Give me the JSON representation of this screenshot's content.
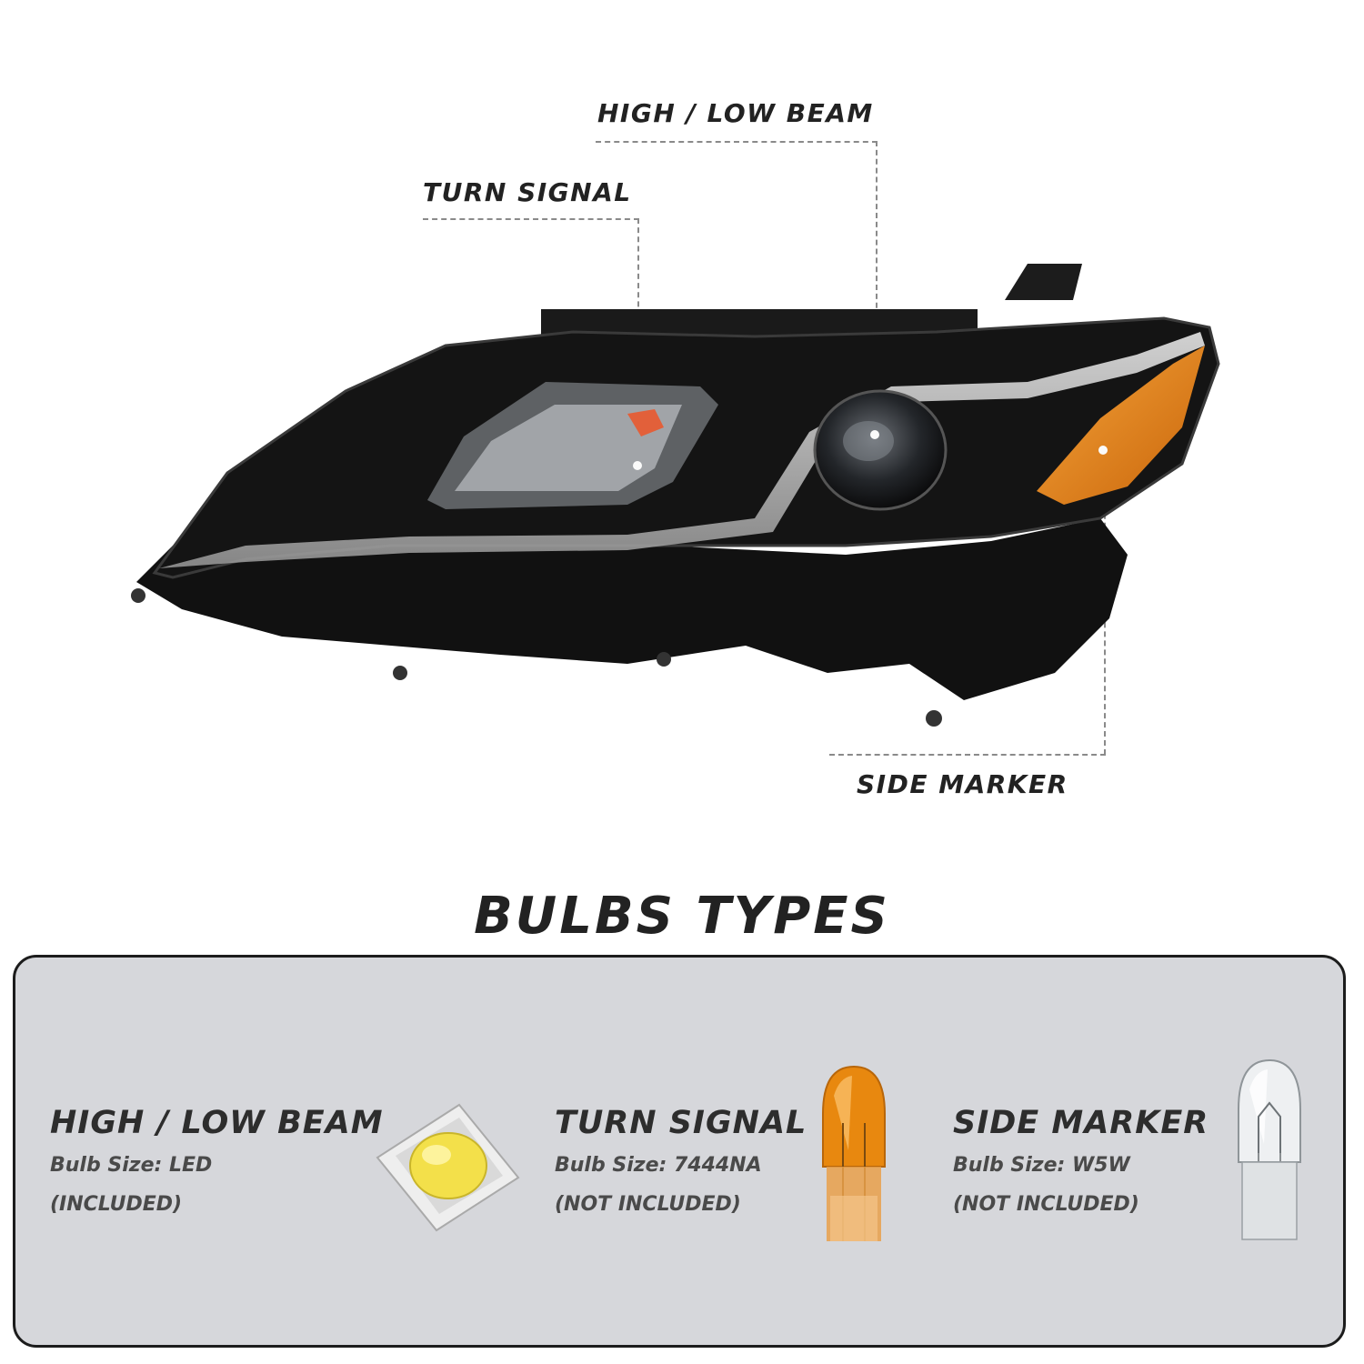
{
  "callouts": {
    "high_low_beam": "HIGH / LOW BEAM",
    "turn_signal": "TURN SIGNAL",
    "side_marker": "SIDE MARKER"
  },
  "section_title": "BULBS TYPES",
  "bulbs": [
    {
      "name": "HIGH / LOW BEAM",
      "size": "Bulb Size: LED",
      "note": "(INCLUDED)",
      "icon": "led-chip-icon"
    },
    {
      "name": "TURN SIGNAL",
      "size": "Bulb Size: 7444NA",
      "note": "(NOT INCLUDED)",
      "icon": "amber-wedge-bulb-icon"
    },
    {
      "name": "SIDE MARKER",
      "size": "Bulb Size: W5W",
      "note": "(NOT INCLUDED)",
      "icon": "clear-wedge-bulb-icon"
    }
  ],
  "colors": {
    "panel_bg": "#d6d7db",
    "amber": "#e8880f",
    "led_yellow": "#f3e04a",
    "housing": "#151515"
  }
}
